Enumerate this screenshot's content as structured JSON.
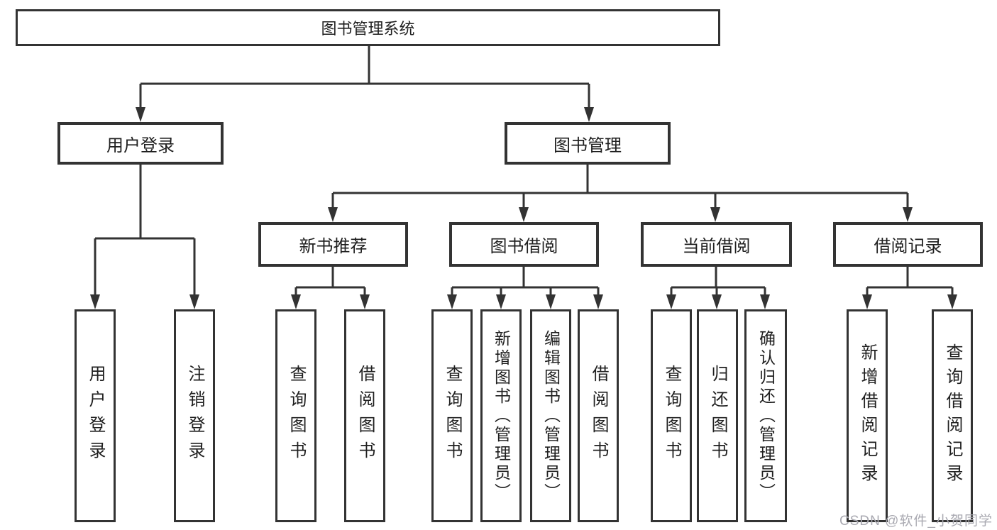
{
  "diagram": {
    "title": "图书管理系统",
    "root": {
      "label": "图书管理系统"
    },
    "branches": [
      {
        "label": "用户登录",
        "children": [
          {
            "label": "用户登录"
          },
          {
            "label": "注销登录"
          }
        ]
      },
      {
        "label": "图书管理",
        "children": [
          {
            "label": "新书推荐",
            "children": [
              {
                "label": "查询图书"
              },
              {
                "label": "借阅图书"
              }
            ]
          },
          {
            "label": "图书借阅",
            "children": [
              {
                "label": "查询图书"
              },
              {
                "label": "新增图书（管理员）"
              },
              {
                "label": "编辑图书（管理员）"
              },
              {
                "label": "借阅图书"
              }
            ]
          },
          {
            "label": "当前借阅",
            "children": [
              {
                "label": "查询图书"
              },
              {
                "label": "归还图书"
              },
              {
                "label": "确认归还（管理员）"
              }
            ]
          },
          {
            "label": "借阅记录",
            "children": [
              {
                "label": "新增借阅记录"
              },
              {
                "label": "查询借阅记录"
              }
            ]
          }
        ]
      }
    ]
  },
  "watermark": {
    "text": "CSDN @软件_小贺同学"
  },
  "colors": {
    "line": "#333333",
    "box_border": "#333333",
    "text": "#1f1f1f",
    "watermark": "#a9a9b1",
    "background": "#ffffff"
  }
}
